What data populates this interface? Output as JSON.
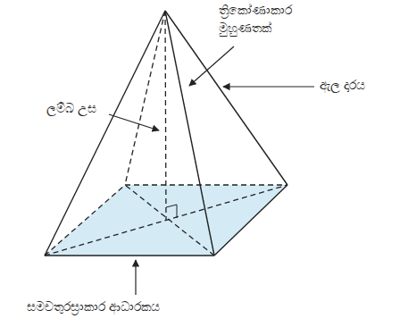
{
  "diagram": {
    "labels": [
      "ත්‍රිකෝණාකාර මුහුණතක්",
      "ඇල දාරය",
      "ලම්බ උස",
      "සමචතුරස්‍රාකාර ආධාරකය"
    ]
  }
}
